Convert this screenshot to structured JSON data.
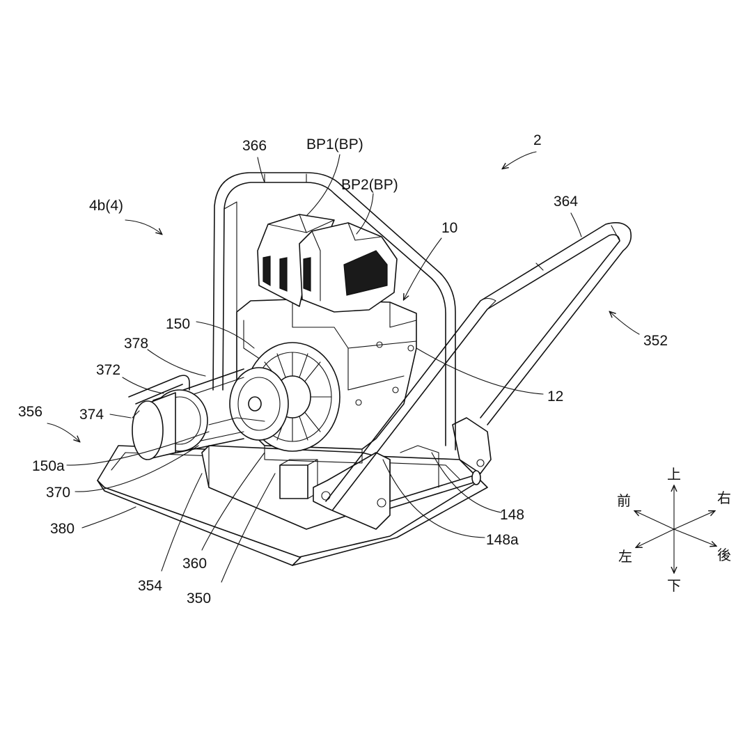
{
  "labels": {
    "ref_2": "2",
    "ref_366": "366",
    "ref_bp1": "BP1(BP)",
    "ref_bp2": "BP2(BP)",
    "ref_364": "364",
    "ref_4b": "4b(4)",
    "ref_10": "10",
    "ref_150": "150",
    "ref_352": "352",
    "ref_378": "378",
    "ref_372": "372",
    "ref_12": "12",
    "ref_356": "356",
    "ref_374": "374",
    "ref_150a": "150a",
    "ref_370": "370",
    "ref_148": "148",
    "ref_380": "380",
    "ref_148a": "148a",
    "ref_360": "360",
    "ref_354": "354",
    "ref_350": "350"
  },
  "compass": {
    "up": "上",
    "down": "下",
    "front": "前",
    "back": "後",
    "left": "左",
    "right": "右"
  }
}
